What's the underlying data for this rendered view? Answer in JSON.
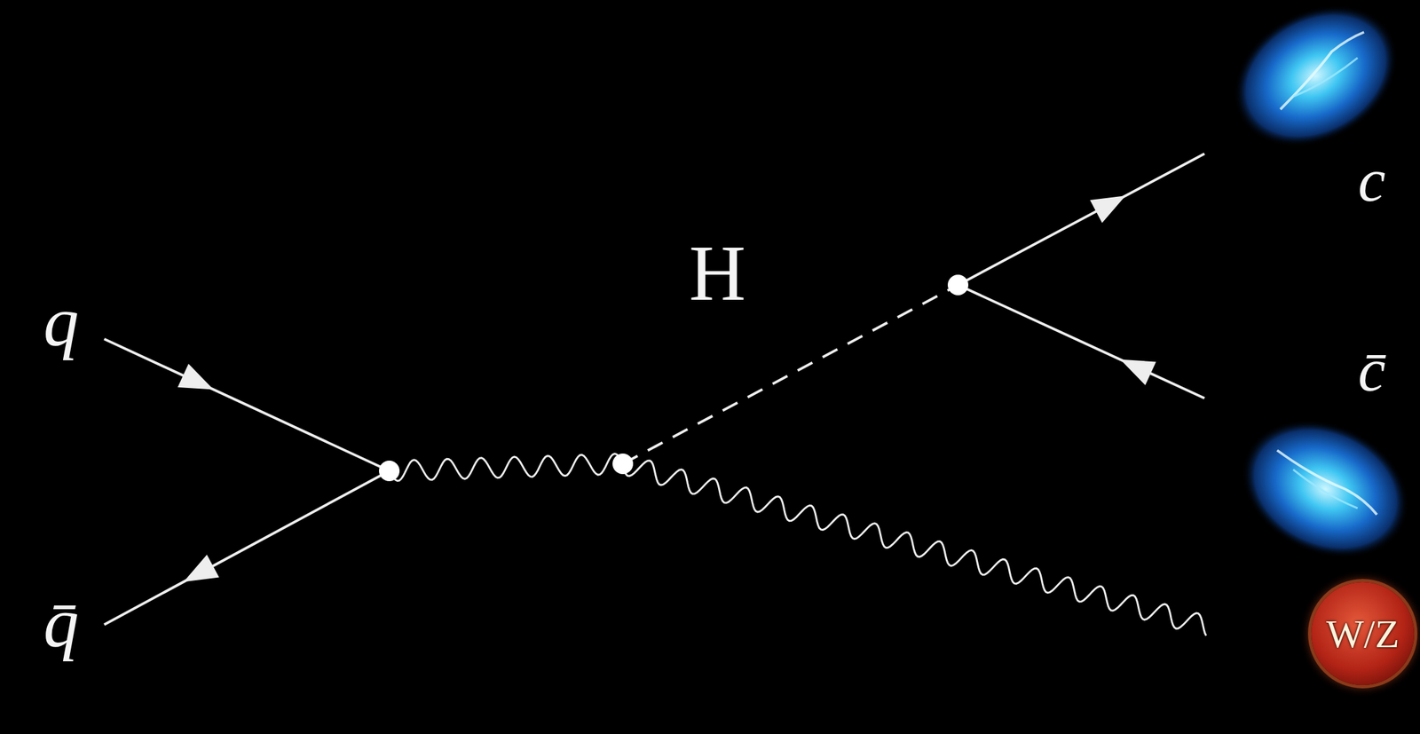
{
  "diagram": {
    "nodes": [
      {
        "text": [
          "W/Z"
        ]
      }
    ],
    "labels": [
      "q",
      "q̄",
      "H",
      "c",
      "c̄"
    ]
  }
}
